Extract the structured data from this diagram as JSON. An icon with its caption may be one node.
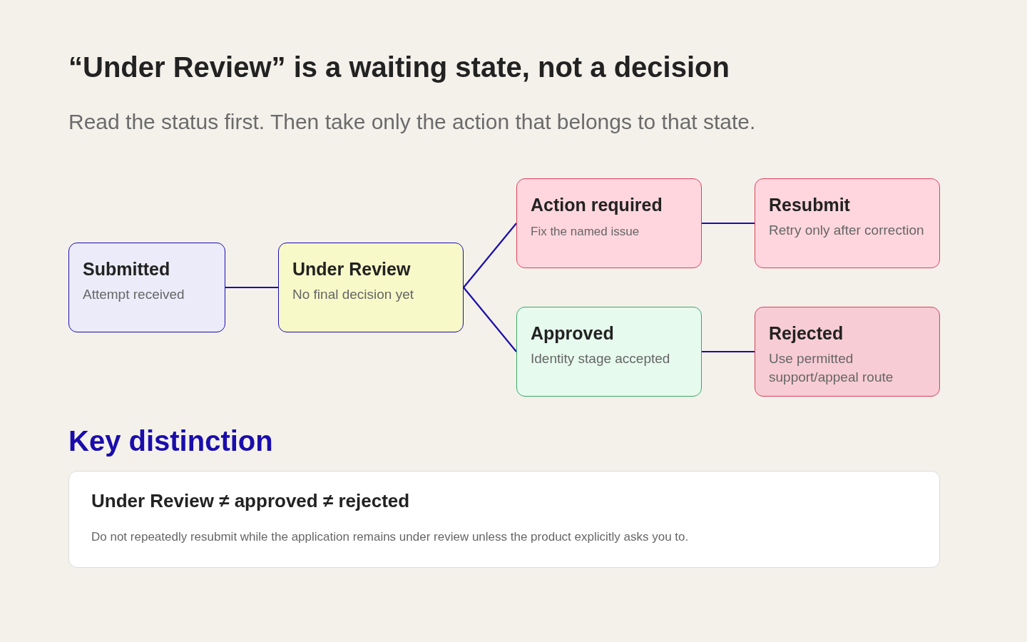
{
  "diagram": {
    "title": "“Under Review” is a waiting state, not a decision",
    "nodes": [
      {
        "text": [
          "Submitted",
          "Attempt received"
        ]
      },
      {
        "text": [
          "Under Review",
          "No final decision yet"
        ]
      },
      {
        "text": [
          "Action required",
          "Fix the named issue"
        ]
      },
      {
        "text": [
          "Resubmit",
          "Retry only after correction"
        ]
      },
      {
        "text": [
          "Approved",
          "Identity stage accepted"
        ]
      },
      {
        "text": [
          "Rejected",
          "Use permitted support/appeal route"
        ]
      },
      {
        "text": [
          "Under Review ≠ approved ≠ rejected",
          "Do not repeatedly resubmit while the application remains under review unless the product explicitly asks you to."
        ]
      }
    ],
    "edges": [
      {
        "from": 0,
        "to": 1,
        "arrow": "none"
      },
      {
        "from": 1,
        "to": 2,
        "arrow": "none"
      },
      {
        "from": 1,
        "to": 4,
        "arrow": "none"
      },
      {
        "from": 2,
        "to": 3,
        "arrow": "none"
      },
      {
        "from": 4,
        "to": 5,
        "arrow": "none"
      }
    ],
    "labels": [
      "Read the status first. Then take only the action that belongs to that state.",
      "Key distinction"
    ]
  }
}
